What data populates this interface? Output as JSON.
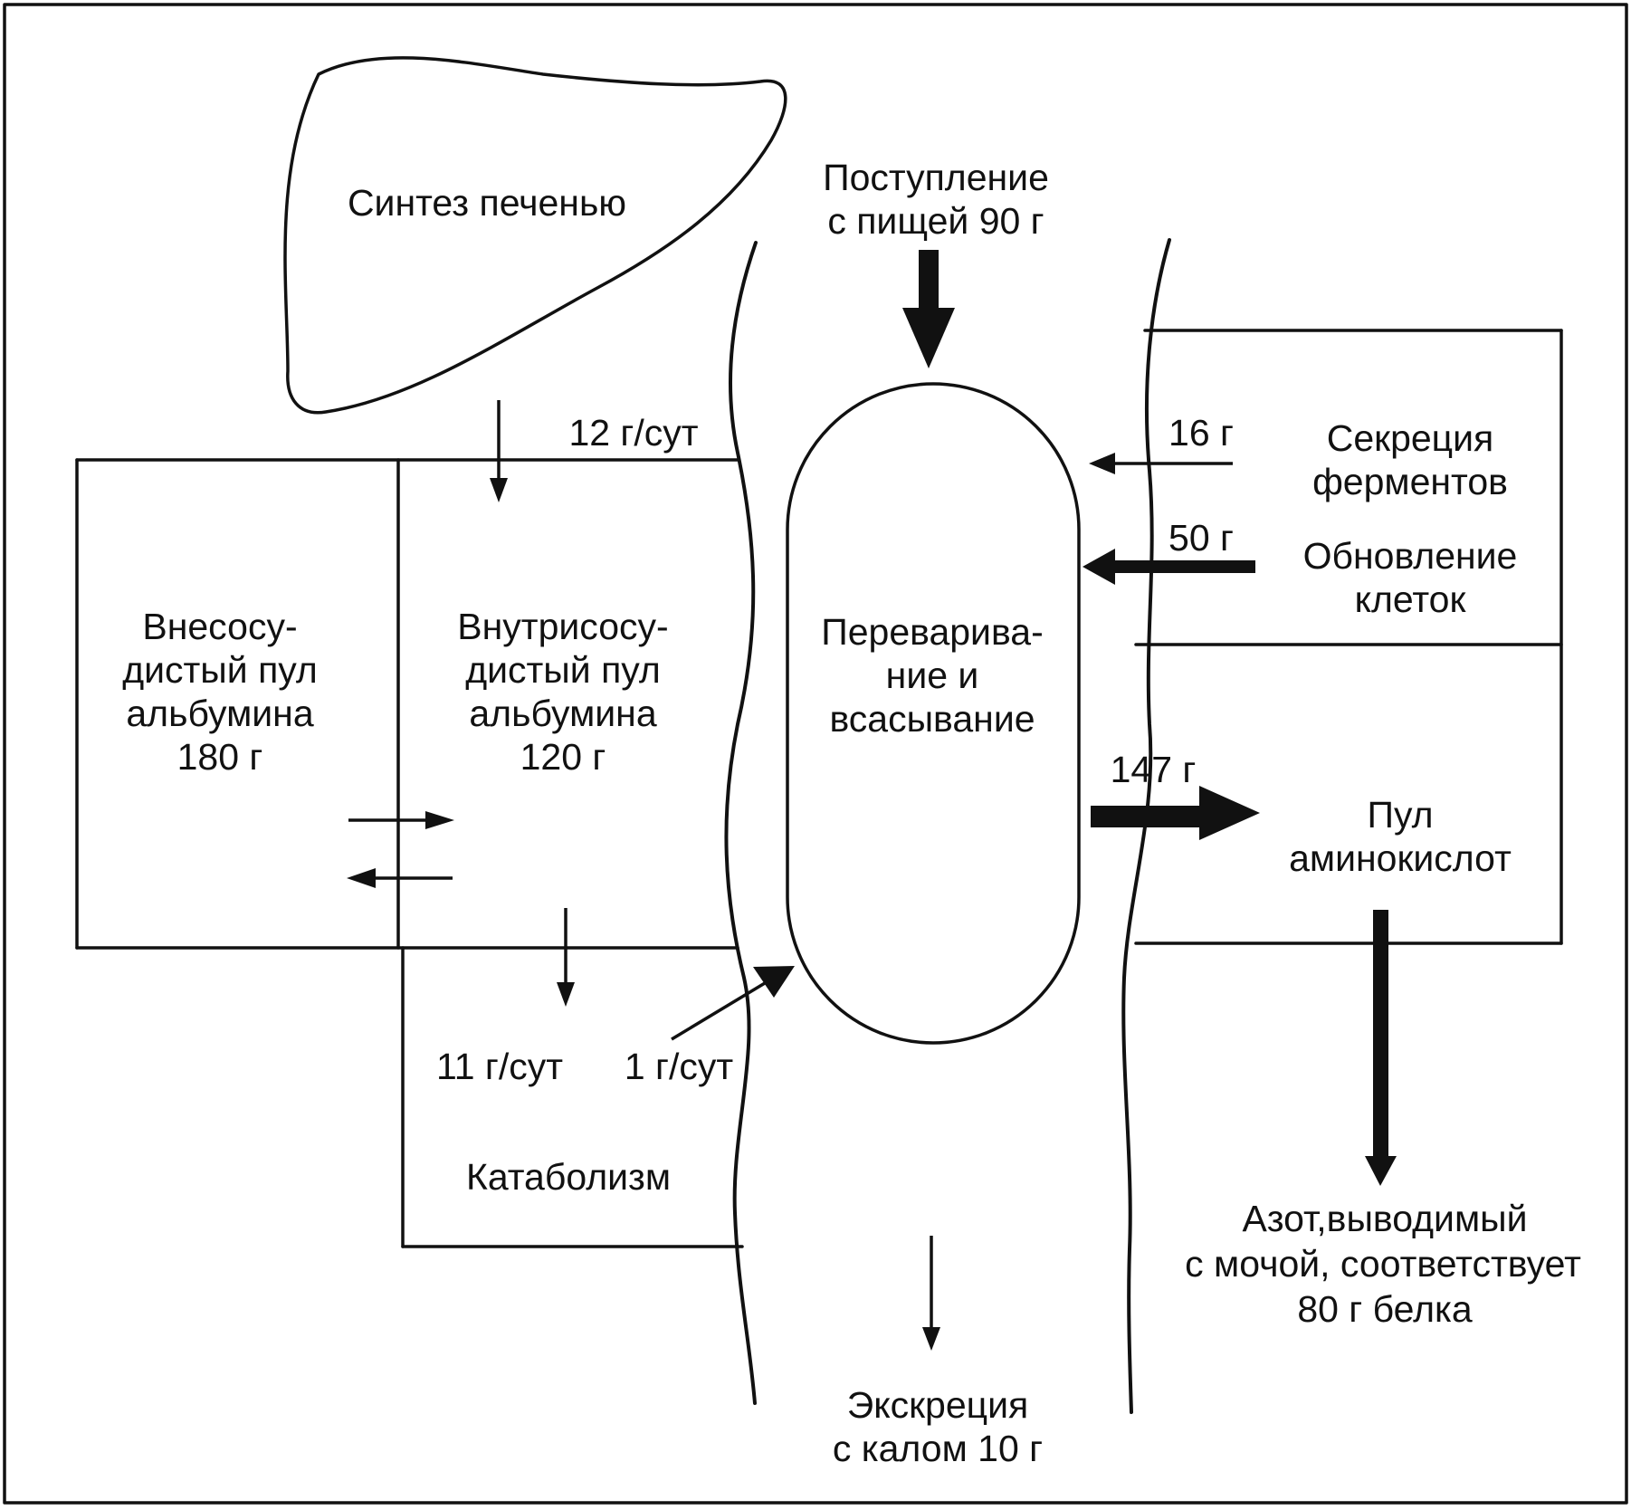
{
  "labels": {
    "liver": "Синтез печенью",
    "intake_1": "Поступление",
    "intake_2": "с пищей 90 г",
    "rate_12": "12 г/сут",
    "g16": "16 г",
    "secretion_1": "Секреция",
    "secretion_2": "ферментов",
    "g50": "50 г",
    "renewal_1": "Обновление",
    "renewal_2": "клеток",
    "extra_1": "Внесосу-",
    "extra_2": "дистый пул",
    "extra_3": "альбумина",
    "extra_4": "180 г",
    "intra_1": "Внутрисосу-",
    "intra_2": "дистый пул",
    "intra_3": "альбумина",
    "intra_4": "120 г",
    "digest_1": "Перевари­ва-",
    "digest_2": "ние и",
    "digest_3": "всасывание",
    "g147": "147 г",
    "aapool_1": "Пул",
    "aapool_2": "аминокислот",
    "rate_11": "11 г/сут",
    "rate_1": "1 г/сут",
    "catabolism": "Катаболизм",
    "urine_1": "Азот,выводимый",
    "urine_2": "с  мочой, соответствует",
    "urine_3": "80 г белка",
    "feces_1": "Экскреция",
    "feces_2": "с калом 10 г"
  },
  "colors": {
    "ink": "#111111",
    "background": "#ffffff"
  }
}
